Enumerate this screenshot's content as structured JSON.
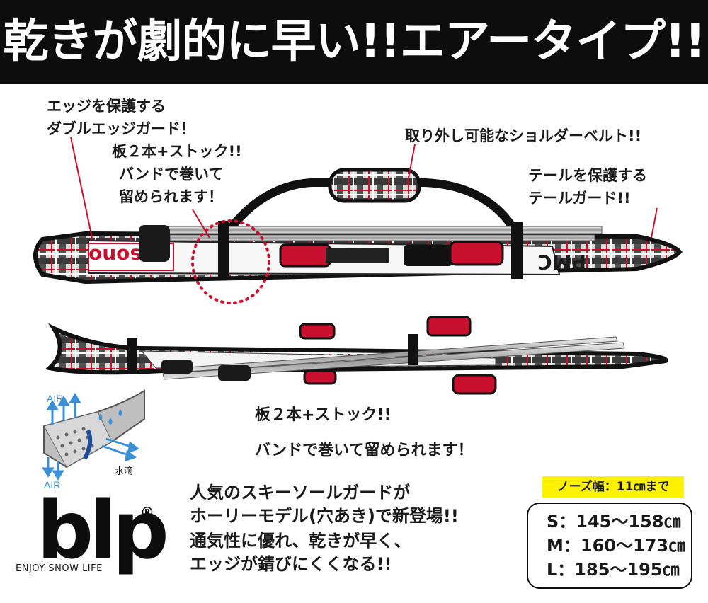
{
  "banner": {
    "title": "乾きが劇的に早い!!エアータイプ!!",
    "bg_color": "#0d0d0d"
  },
  "callouts": {
    "edge_guard": [
      "エッジを保護する",
      "ダブルエッジガード！"
    ],
    "band_top": [
      "板２本+ストック!!",
      "バンドで巻いて",
      "留められます！"
    ],
    "shoulder_belt": "取り外し可能なショルダーベルト!!",
    "tail_guard": [
      "テールを保護する",
      "テールガード!!"
    ],
    "band_bottom": [
      "板２本+ストック!!",
      "バンドで巻いて留められます！"
    ]
  },
  "product_images": {
    "bag_print_left": "ossono",
    "bag_print_right": "PMC",
    "accent_color": "#c8102e"
  },
  "air_graphic": {
    "label_top": "AIR",
    "label_bottom": "AIR",
    "label_water": "水滴",
    "arrow_color": "#3b8fd6"
  },
  "logo": {
    "wordmark": "blp",
    "registered": "®",
    "tagline": "ENJOY SNOW LIFE"
  },
  "description": [
    "人気のスキーソールガードが",
    "ホーリーモデル(穴あき)で新登場!!",
    "通気性に優れ、乾きが早く、",
    "エッジが錆びにくくなる!!"
  ],
  "sizes": {
    "nose_width_label": "ノーズ幅：11㎝まで",
    "badge_color": "#fff200",
    "rows": [
      "S：145〜158㎝",
      "M：160〜173㎝",
      "L：185〜195㎝"
    ]
  }
}
